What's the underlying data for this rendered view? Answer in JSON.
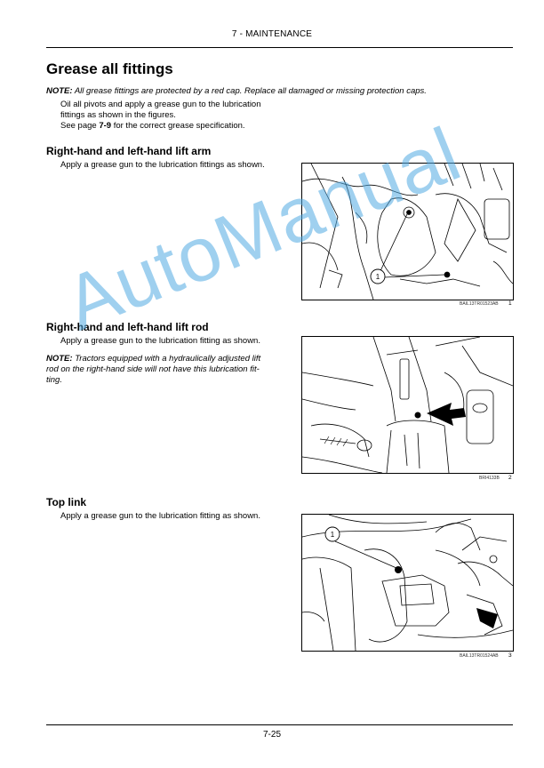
{
  "header": {
    "section": "7 - MAINTENANCE"
  },
  "title": "Grease all fittings",
  "intro_note": {
    "label": "NOTE:",
    "text": " All grease fittings are protected by a red cap. Replace all damaged or missing protection caps."
  },
  "intro": {
    "line1": "Oil all pivots and apply a grease gun to the lubrication",
    "line2": "fittings as shown in the figures.",
    "line3_pre": "See page ",
    "line3_ref": "7-9",
    "line3_post": " for the correct grease specification."
  },
  "section1": {
    "heading": "Right-hand and left-hand lift arm",
    "text": "Apply a grease gun to the lubrication fittings as shown.",
    "figure_code": "BAIL13TR01523AB",
    "figure_number": "1",
    "callout": "1"
  },
  "section2": {
    "heading": "Right-hand and left-hand lift rod",
    "text": "Apply a grease gun to the lubrication fitting as shown.",
    "note_label": "NOTE:",
    "note_line1": " Tractors equipped with a hydraulically adjusted lift",
    "note_line2": "rod on the right-hand side will not have this lubrication fit-",
    "note_line3": "ting.",
    "figure_code": "BRI4133B",
    "figure_number": "2"
  },
  "section3": {
    "heading": "Top link",
    "text": "Apply a grease gun to the lubrication fitting as shown.",
    "figure_code": "BAIL13TR01524AB",
    "figure_number": "3",
    "callout": "1"
  },
  "watermark": "AutoManual",
  "footer": {
    "page": "7-25"
  }
}
